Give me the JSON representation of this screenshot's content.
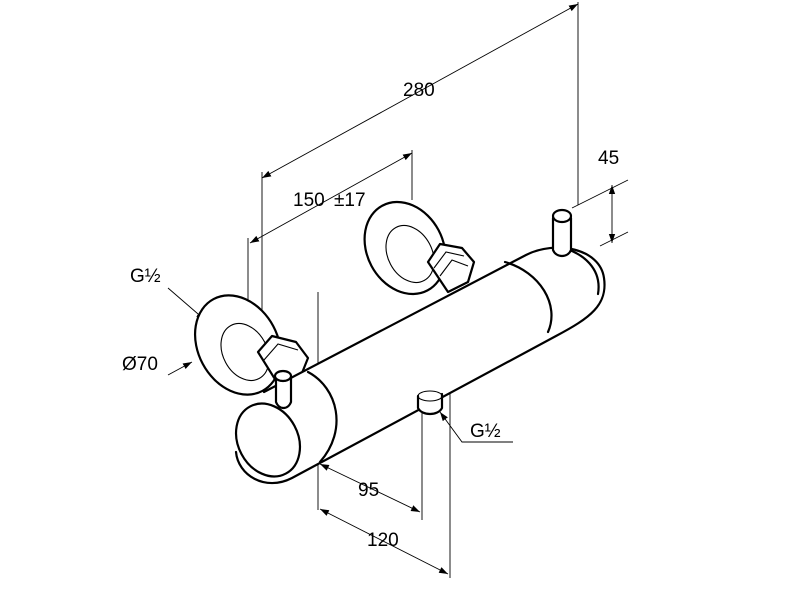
{
  "dimensions": {
    "overall_length": "280",
    "inlet_spacing": "150",
    "inlet_tolerance": "±17",
    "height": "45",
    "inlet_thread": "G½",
    "escutcheon_diameter": "Ø70",
    "outlet_thread": "G½",
    "outlet_offset": "95",
    "depth": "120"
  },
  "colors": {
    "line": "#000000",
    "background": "#ffffff"
  }
}
